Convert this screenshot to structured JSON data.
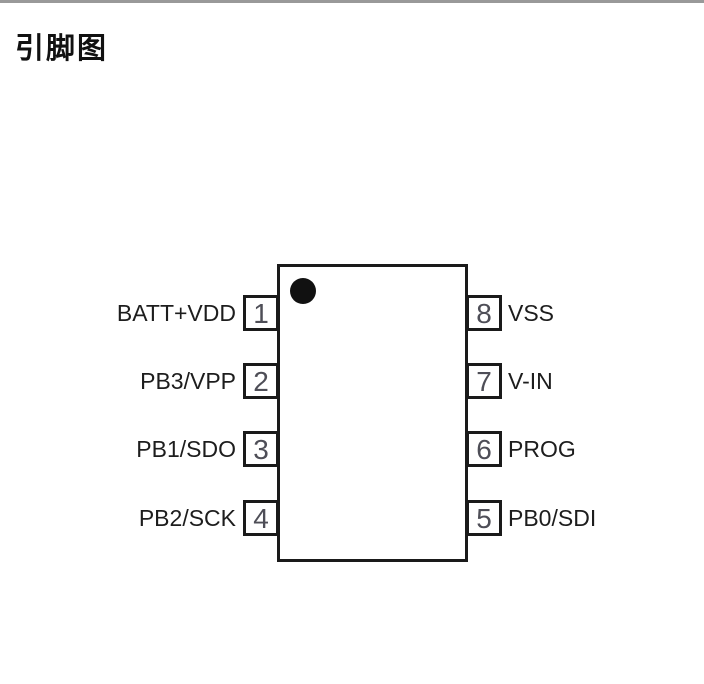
{
  "page": {
    "title": "引脚图"
  },
  "diagram": {
    "chip": {
      "type": "8-pin IC package",
      "pin1_marker": "pin1-dot"
    },
    "left_pins": [
      {
        "number": "1",
        "label": "BATT+VDD"
      },
      {
        "number": "2",
        "label": "PB3/VPP"
      },
      {
        "number": "3",
        "label": "PB1/SDO"
      },
      {
        "number": "4",
        "label": "PB2/SCK"
      }
    ],
    "right_pins": [
      {
        "number": "8",
        "label": "VSS"
      },
      {
        "number": "7",
        "label": "V-IN"
      },
      {
        "number": "6",
        "label": "PROG"
      },
      {
        "number": "5",
        "label": "PB0/SDI"
      }
    ],
    "colors": {
      "line": "#1a1a1a",
      "pin_number": "#4e4e57",
      "label": "#1d1d1d",
      "top_rule": "#999999",
      "background": "#ffffff"
    }
  }
}
